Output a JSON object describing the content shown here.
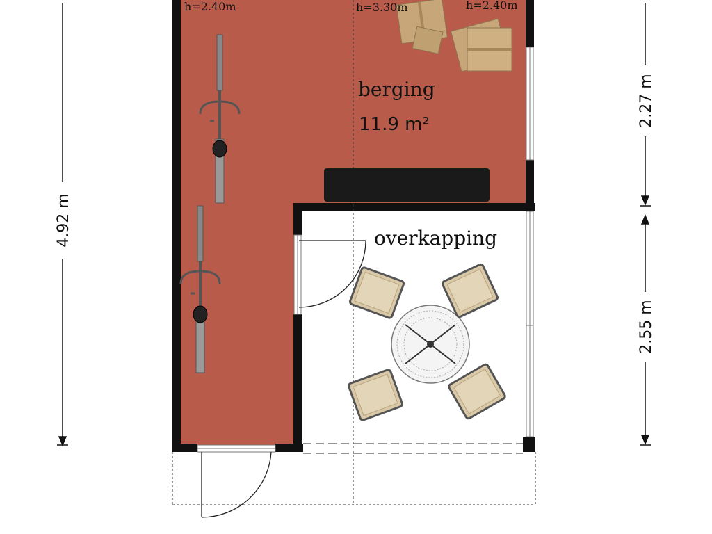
{
  "rooms": {
    "berging": {
      "name": "berging",
      "area": "11.9 m²"
    },
    "overkapping": {
      "name": "overkapping"
    }
  },
  "heights": [
    "h=2.40m",
    "h=3.30m",
    "h=2.40m"
  ],
  "dimensions": {
    "left_total": "4.92 m",
    "right_top": "2.27 m",
    "right_bottom": "2.55 m"
  },
  "colors": {
    "floor": "#b95b4b",
    "wall": "#111111",
    "workbench": "#1a1a1a",
    "chair": "#d9c9a8",
    "box": "#c7a77a"
  },
  "icons": [
    "bicycle-icon",
    "bicycle-icon",
    "box-icon",
    "box-icon",
    "chair-icon",
    "table-icon"
  ]
}
